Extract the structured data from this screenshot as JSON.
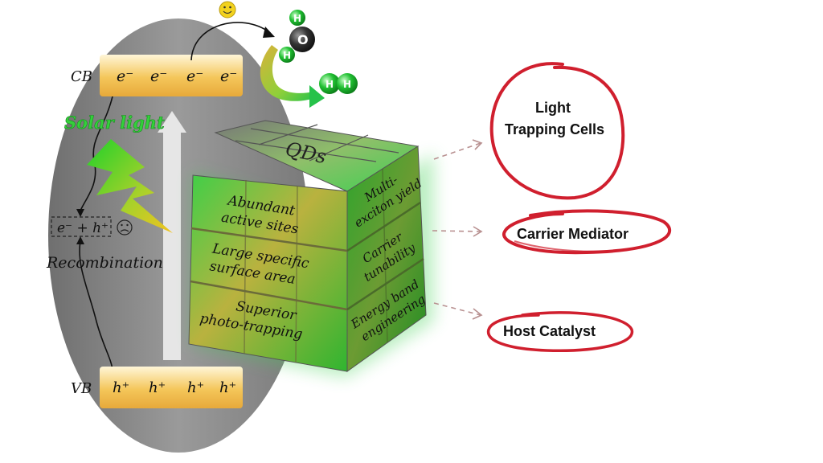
{
  "band": {
    "cb_label": "CB",
    "vb_label": "VB",
    "electrons": [
      "e⁻",
      "e⁻",
      "e⁻",
      "e⁻"
    ],
    "holes": [
      "h⁺",
      "h⁺",
      "h⁺",
      "h⁺"
    ]
  },
  "solar_light": "Solar light",
  "recombination": {
    "pair": "e⁻ + h⁺",
    "label": "Recombination"
  },
  "molecules": {
    "water_atoms": [
      "H",
      "O",
      "H"
    ],
    "hydrogen_atoms": [
      "H",
      "H"
    ]
  },
  "cube": {
    "top": "QDs",
    "front_rows": [
      [
        "Abundant",
        "active sites"
      ],
      [
        "Large specific",
        "surface area"
      ],
      [
        "Superior",
        "photo-trapping"
      ]
    ],
    "side_rows": [
      [
        "Multi-",
        "exciton yield"
      ],
      [
        "Carrier",
        "tunability"
      ],
      [
        "Energy band",
        "engineering"
      ]
    ]
  },
  "callouts": {
    "light_trapping": [
      "Light",
      "Trapping Cells"
    ],
    "carrier_mediator": "Carrier Mediator",
    "host_catalyst": "Host Catalyst"
  },
  "colors": {
    "ellipse": "#8a8a8a",
    "band": "#f2c14e",
    "cube_green": "#3bbf3a",
    "cube_yellow": "#c9b642",
    "circle_red": "#d01f2e",
    "arrow_dash": "#b89090"
  }
}
